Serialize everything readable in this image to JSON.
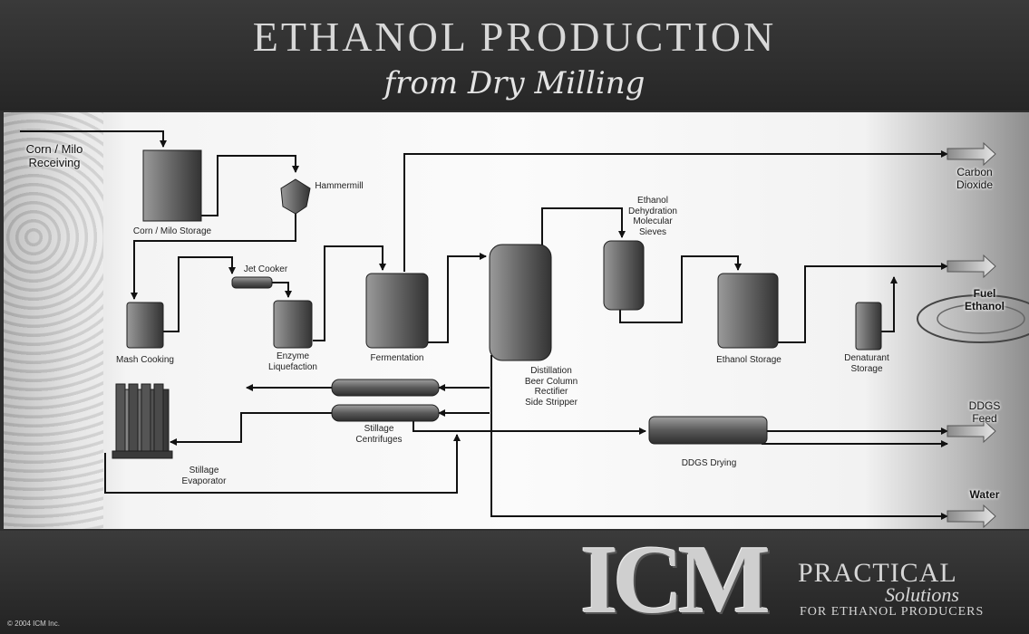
{
  "header": {
    "title": "ETHANOL PRODUCTION",
    "subtitle": "from Dry Milling"
  },
  "labels": {
    "corn_receiving": "Corn / Milo\nReceiving",
    "corn_storage": "Corn / Milo Storage",
    "hammermill": "Hammermill",
    "mash_cooking": "Mash Cooking",
    "jet_cooker": "Jet Cooker",
    "enzyme_liquefaction": "Enzyme\nLiquefaction",
    "fermentation": "Fermentation",
    "distillation": "Distillation\nBeer Column\nRectifier\nSide Stripper",
    "dehydration": "Ethanol\nDehydration\nMolecular\nSieves",
    "ethanol_storage": "Ethanol Storage",
    "denaturant_storage": "Denaturant\nStorage",
    "stillage_centrifuges": "Stillage\nCentrifuges",
    "stillage_evaporator": "Stillage\nEvaporator",
    "ddgs_drying": "DDGS Drying"
  },
  "outputs": {
    "carbon_dioxide": "Carbon\nDioxide",
    "fuel_ethanol": "Fuel\nEthanol",
    "ddgs": "DDGS\nFeed",
    "water": "Water"
  },
  "footer": {
    "logo": "ICM",
    "practical": "PRACTICAL",
    "solutions": "Solutions",
    "for_producers": "FOR ETHANOL PRODUCERS",
    "copyright": "© 2004 ICM Inc."
  },
  "colors": {
    "vessel_dark": "#3e3e3e",
    "vessel_light": "#9a9a9a",
    "line": "#111111"
  },
  "icons": {
    "hammermill": "hammermill-icon",
    "output_arrow": "arrow-right-icon"
  }
}
